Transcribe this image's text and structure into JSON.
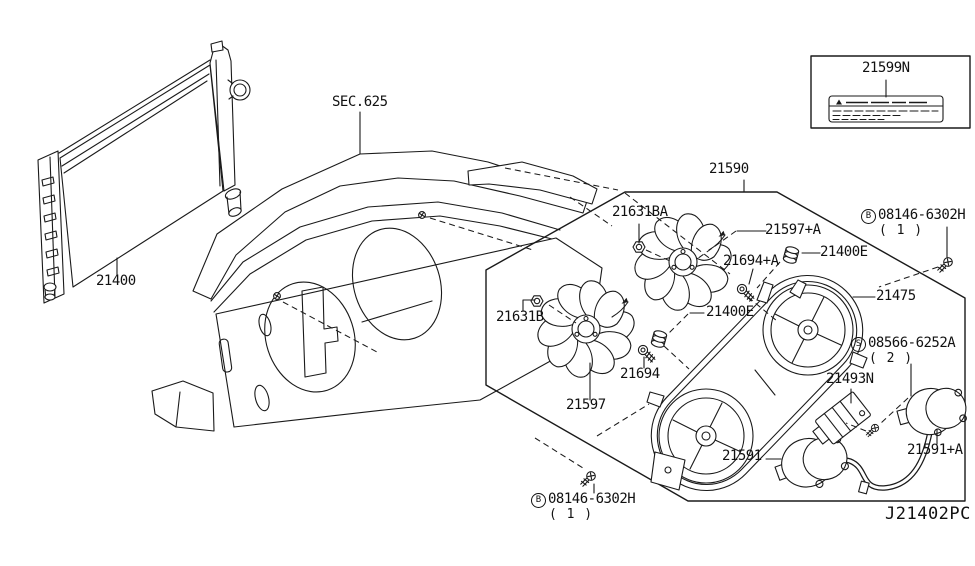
{
  "diagram": {
    "code": "J21402PC",
    "section_label": "SEC.625",
    "group_label": "21590",
    "line_color": "#1a1a1a",
    "background": "#ffffff"
  },
  "caution_label": {
    "part_number": "21599N",
    "icon": "warning-triangle"
  },
  "parts": {
    "radiator": {
      "text": "21400"
    },
    "sec625": {
      "text": "SEC.625"
    },
    "caution": {
      "text": "21599N"
    },
    "fan_assy": {
      "text": "21590"
    },
    "nut_upper": {
      "text": "21631BA"
    },
    "fan_upper": {
      "text": "21597+A"
    },
    "bolt_top": {
      "prefix": "B",
      "text": "08146-6302H",
      "qty": "( 1 )"
    },
    "mount_upper": {
      "text": "21400E"
    },
    "bolt_upper": {
      "text": "21694+A"
    },
    "mount_lower": {
      "text": "21400E"
    },
    "shroud": {
      "text": "21475"
    },
    "screw_s": {
      "prefix": "S",
      "text": "08566-6252A",
      "qty": "( 2 )"
    },
    "resistor": {
      "text": "21493N"
    },
    "bolt_lower": {
      "text": "21694"
    },
    "fan_lower": {
      "text": "21597"
    },
    "nut_lower": {
      "text": "21631B"
    },
    "motor_left": {
      "text": "21591"
    },
    "motor_right": {
      "text": "21591+A"
    },
    "bolt_bottom": {
      "prefix": "B",
      "text": "08146-6302H",
      "qty": "( 1 )"
    },
    "code": {
      "text": "J21402PC"
    }
  }
}
